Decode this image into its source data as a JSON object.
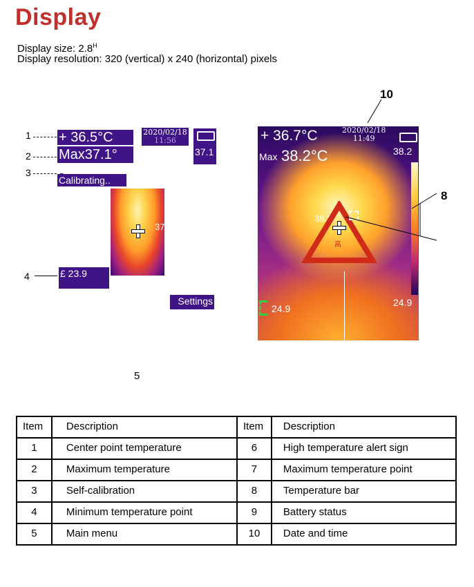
{
  "title": "Display",
  "spec": {
    "size_label": "Display size: 2.8",
    "size_unit": "H",
    "resolution": "Display resolution: 320 (vertical) x 240 (horizontal) pixels"
  },
  "left_screen": {
    "center_temp": "+ 36.5°C",
    "max_temp": "Max37.1°",
    "calibrating": "Calibrating..",
    "calibrating_c": "C",
    "date": "2020/02/18",
    "time": "11:56",
    "battery_temp": "37.1",
    "small_temp": "37",
    "min_temp": "£ 23.9",
    "settings": "Settings"
  },
  "right_screen": {
    "center_temp": "+ 36.7°C",
    "date": "2020/02/18",
    "time": "11:49",
    "max_label": "Max",
    "max_temp": "38.2°C",
    "bar_max": "38.2",
    "bar_min": "24.9",
    "point_temp": "38.2",
    "min_temp": "24.9",
    "alert_small": "高"
  },
  "callouts": {
    "c1": "1",
    "c2": "2",
    "c3": "3",
    "c4": "4",
    "c5": "5",
    "c8": "8",
    "c10": "10"
  },
  "table": {
    "headers": [
      "Item",
      "Description",
      "Item",
      "Description"
    ],
    "rows": [
      [
        "1",
        "Center point temperature",
        "6",
        "High temperature alert sign"
      ],
      [
        "2",
        "Maximum temperature",
        "7",
        "Maximum temperature point"
      ],
      [
        "3",
        "Self-calibration",
        "8",
        "Temperature bar"
      ],
      [
        "4",
        "Minimum temperature point",
        "9",
        "Battery status"
      ],
      [
        "5",
        "Main menu",
        "10",
        "Date and time"
      ]
    ]
  },
  "colors": {
    "title": "#c0302a",
    "screen_purple": "#3e1486"
  }
}
